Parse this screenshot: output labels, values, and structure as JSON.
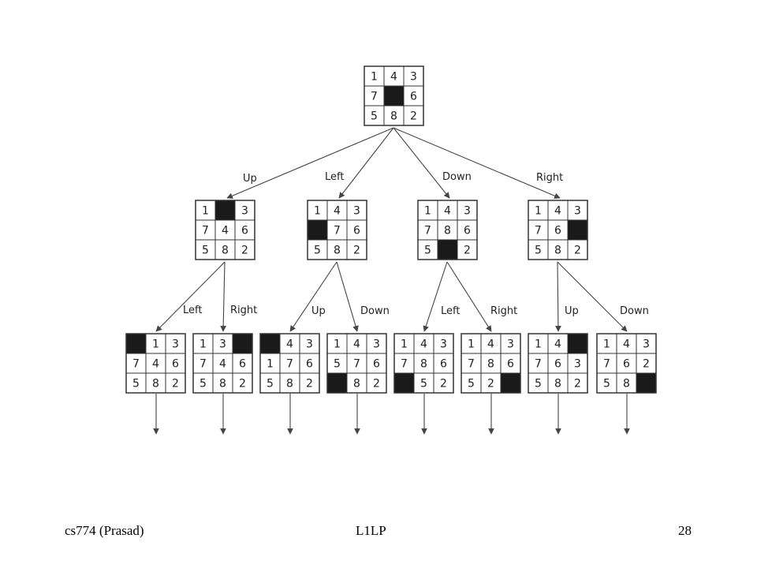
{
  "colors": {
    "grid": "#333333",
    "blank": "#1a1a1a",
    "edge": "#444444",
    "text": "#222222"
  },
  "tree": {
    "root": [
      [
        "1",
        "4",
        "3"
      ],
      [
        "7",
        "",
        "6"
      ],
      [
        "5",
        "8",
        "2"
      ]
    ],
    "level1": [
      {
        "move": "Up",
        "board": [
          [
            "1",
            "",
            "3"
          ],
          [
            "7",
            "4",
            "6"
          ],
          [
            "5",
            "8",
            "2"
          ]
        ]
      },
      {
        "move": "Left",
        "board": [
          [
            "1",
            "4",
            "3"
          ],
          [
            "",
            "7",
            "6"
          ],
          [
            "5",
            "8",
            "2"
          ]
        ]
      },
      {
        "move": "Down",
        "board": [
          [
            "1",
            "4",
            "3"
          ],
          [
            "7",
            "8",
            "6"
          ],
          [
            "5",
            "",
            "2"
          ]
        ]
      },
      {
        "move": "Right",
        "board": [
          [
            "1",
            "4",
            "3"
          ],
          [
            "7",
            "6",
            ""
          ],
          [
            "5",
            "8",
            "2"
          ]
        ]
      }
    ],
    "level2": [
      {
        "parent": 0,
        "move": "Left",
        "board": [
          [
            "",
            "1",
            "3"
          ],
          [
            "7",
            "4",
            "6"
          ],
          [
            "5",
            "8",
            "2"
          ]
        ]
      },
      {
        "parent": 0,
        "move": "Right",
        "board": [
          [
            "1",
            "3",
            ""
          ],
          [
            "7",
            "4",
            "6"
          ],
          [
            "5",
            "8",
            "2"
          ]
        ]
      },
      {
        "parent": 1,
        "move": "Up",
        "board": [
          [
            "",
            "4",
            "3"
          ],
          [
            "1",
            "7",
            "6"
          ],
          [
            "5",
            "8",
            "2"
          ]
        ]
      },
      {
        "parent": 1,
        "move": "Down",
        "board": [
          [
            "1",
            "4",
            "3"
          ],
          [
            "5",
            "7",
            "6"
          ],
          [
            "",
            "8",
            "2"
          ]
        ]
      },
      {
        "parent": 2,
        "move": "Left",
        "board": [
          [
            "1",
            "4",
            "3"
          ],
          [
            "7",
            "8",
            "6"
          ],
          [
            "",
            "5",
            "2"
          ]
        ]
      },
      {
        "parent": 2,
        "move": "Right",
        "board": [
          [
            "1",
            "4",
            "3"
          ],
          [
            "7",
            "8",
            "6"
          ],
          [
            "5",
            "2",
            ""
          ]
        ]
      },
      {
        "parent": 3,
        "move": "Up",
        "board": [
          [
            "1",
            "4",
            ""
          ],
          [
            "7",
            "6",
            "3"
          ],
          [
            "5",
            "8",
            "2"
          ]
        ]
      },
      {
        "parent": 3,
        "move": "Down",
        "board": [
          [
            "1",
            "4",
            "3"
          ],
          [
            "7",
            "6",
            "2"
          ],
          [
            "5",
            "8",
            ""
          ]
        ]
      }
    ]
  },
  "footer": {
    "left": "cs774 (Prasad)",
    "center": "L1LP",
    "right": "28"
  }
}
